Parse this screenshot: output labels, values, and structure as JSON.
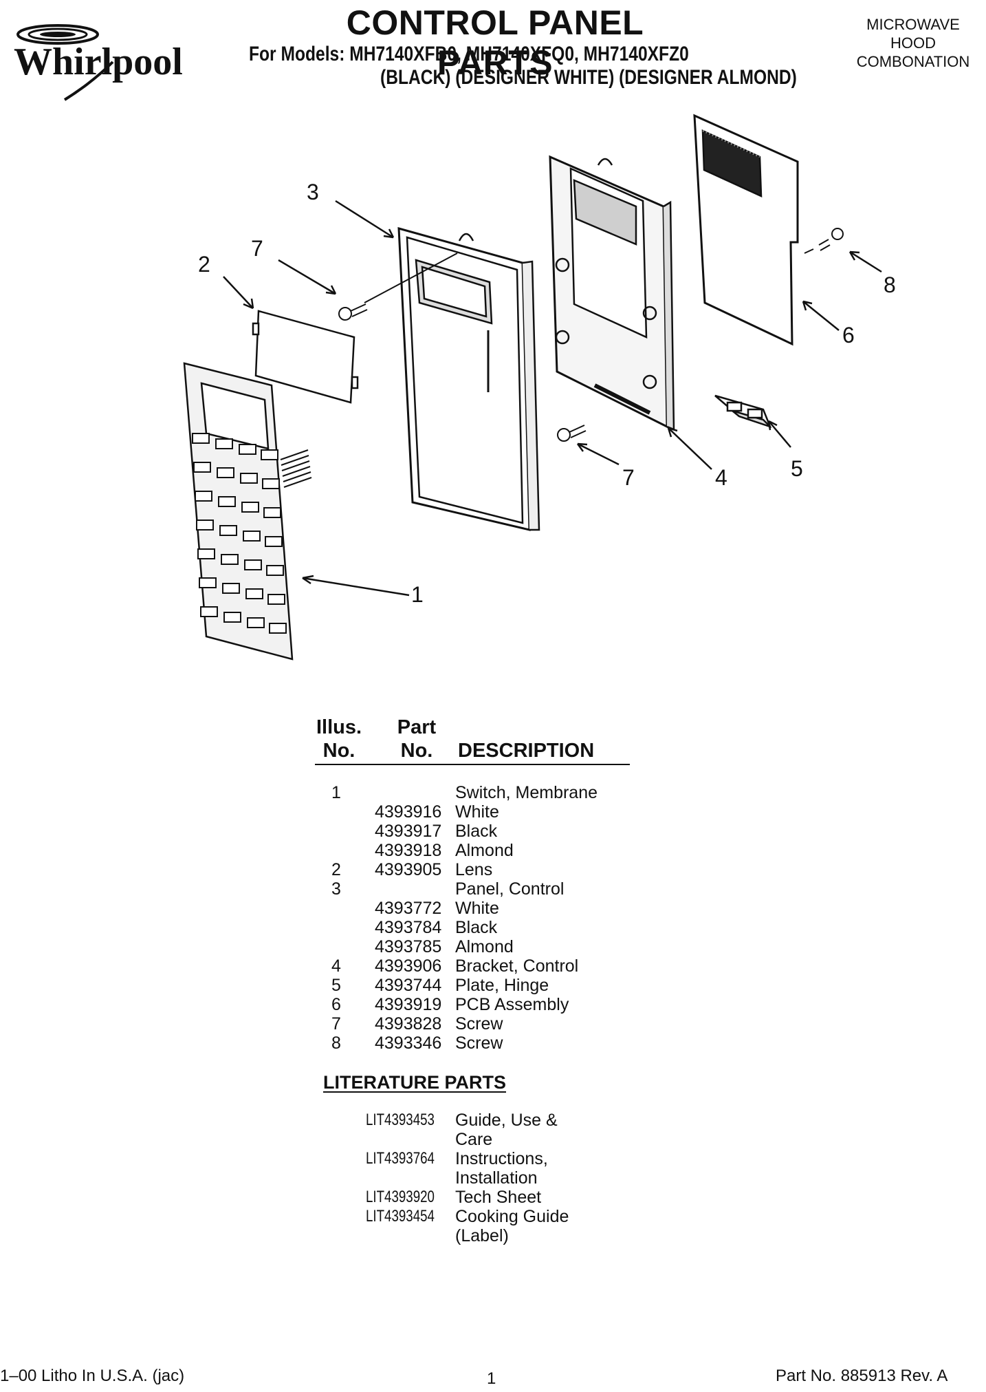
{
  "header": {
    "brand": "Whirlpool",
    "title": "CONTROL PANEL PARTS",
    "models": "For Models: MH7140XFB0, MH7140XFQ0, MH7140XFZ0",
    "colors": "(BLACK) (DESIGNER WHITE) (DESIGNER ALMOND)",
    "category_lines": [
      "MICROWAVE",
      "HOOD",
      "COMBONATION"
    ]
  },
  "diagram": {
    "callouts": [
      "1",
      "2",
      "3",
      "4",
      "5",
      "6",
      "7",
      "7",
      "8"
    ]
  },
  "table": {
    "headers": {
      "illus_line1": "Illus.",
      "illus_line2": "No.",
      "part_line1": "Part",
      "part_line2": "No.",
      "description": "DESCRIPTION"
    },
    "rows": [
      {
        "illus": "1",
        "part": "",
        "desc": "Switch, Membrane"
      },
      {
        "illus": "",
        "part": "4393916",
        "desc": "White"
      },
      {
        "illus": "",
        "part": "4393917",
        "desc": "Black"
      },
      {
        "illus": "",
        "part": "4393918",
        "desc": "Almond"
      },
      {
        "illus": "2",
        "part": "4393905",
        "desc": "Lens"
      },
      {
        "illus": "3",
        "part": "",
        "desc": "Panel, Control"
      },
      {
        "illus": "",
        "part": "4393772",
        "desc": "White"
      },
      {
        "illus": "",
        "part": "4393784",
        "desc": "Black"
      },
      {
        "illus": "",
        "part": "4393785",
        "desc": "Almond"
      },
      {
        "illus": "4",
        "part": "4393906",
        "desc": "Bracket, Control"
      },
      {
        "illus": "5",
        "part": "4393744",
        "desc": "Plate, Hinge"
      },
      {
        "illus": "6",
        "part": "4393919",
        "desc": "PCB Assembly"
      },
      {
        "illus": "7",
        "part": "4393828",
        "desc": "Screw"
      },
      {
        "illus": "8",
        "part": "4393346",
        "desc": "Screw"
      }
    ]
  },
  "literature": {
    "heading": "LITERATURE PARTS",
    "rows": [
      {
        "part": "LIT4393453",
        "desc": "Guide, Use &"
      },
      {
        "part": "",
        "desc": "Care"
      },
      {
        "part": "LIT4393764",
        "desc": "Instructions,"
      },
      {
        "part": "",
        "desc": "Installation"
      },
      {
        "part": "LIT4393920",
        "desc": "Tech Sheet"
      },
      {
        "part": "LIT4393454",
        "desc": "Cooking Guide"
      },
      {
        "part": "",
        "desc": "(Label)"
      }
    ]
  },
  "footer": {
    "left": "1–00 Litho In U.S.A. (jac)",
    "page": "1",
    "right": "Part No. 885913 Rev. A"
  }
}
